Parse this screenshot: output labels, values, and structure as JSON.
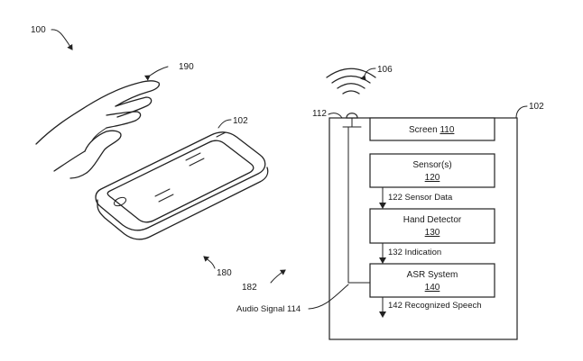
{
  "labels": {
    "fig": "100",
    "hand": "190",
    "phone_left": "102",
    "phone_right": "102",
    "wave": "106",
    "mic": "112",
    "arrow_a": "180",
    "arrow_b": "182"
  },
  "blocks": {
    "screen": {
      "name": "Screen",
      "ref": "110"
    },
    "sensors": {
      "name": "Sensor(s)",
      "ref": "120"
    },
    "hand_detector": {
      "name": "Hand Detector",
      "ref": "130"
    },
    "asr": {
      "name": "ASR System",
      "ref": "140"
    }
  },
  "signals": {
    "sensor_data": "122 Sensor Data",
    "indication": "132 Indication",
    "recognized": "142 Recognized Speech",
    "audio": "Audio Signal 114"
  }
}
